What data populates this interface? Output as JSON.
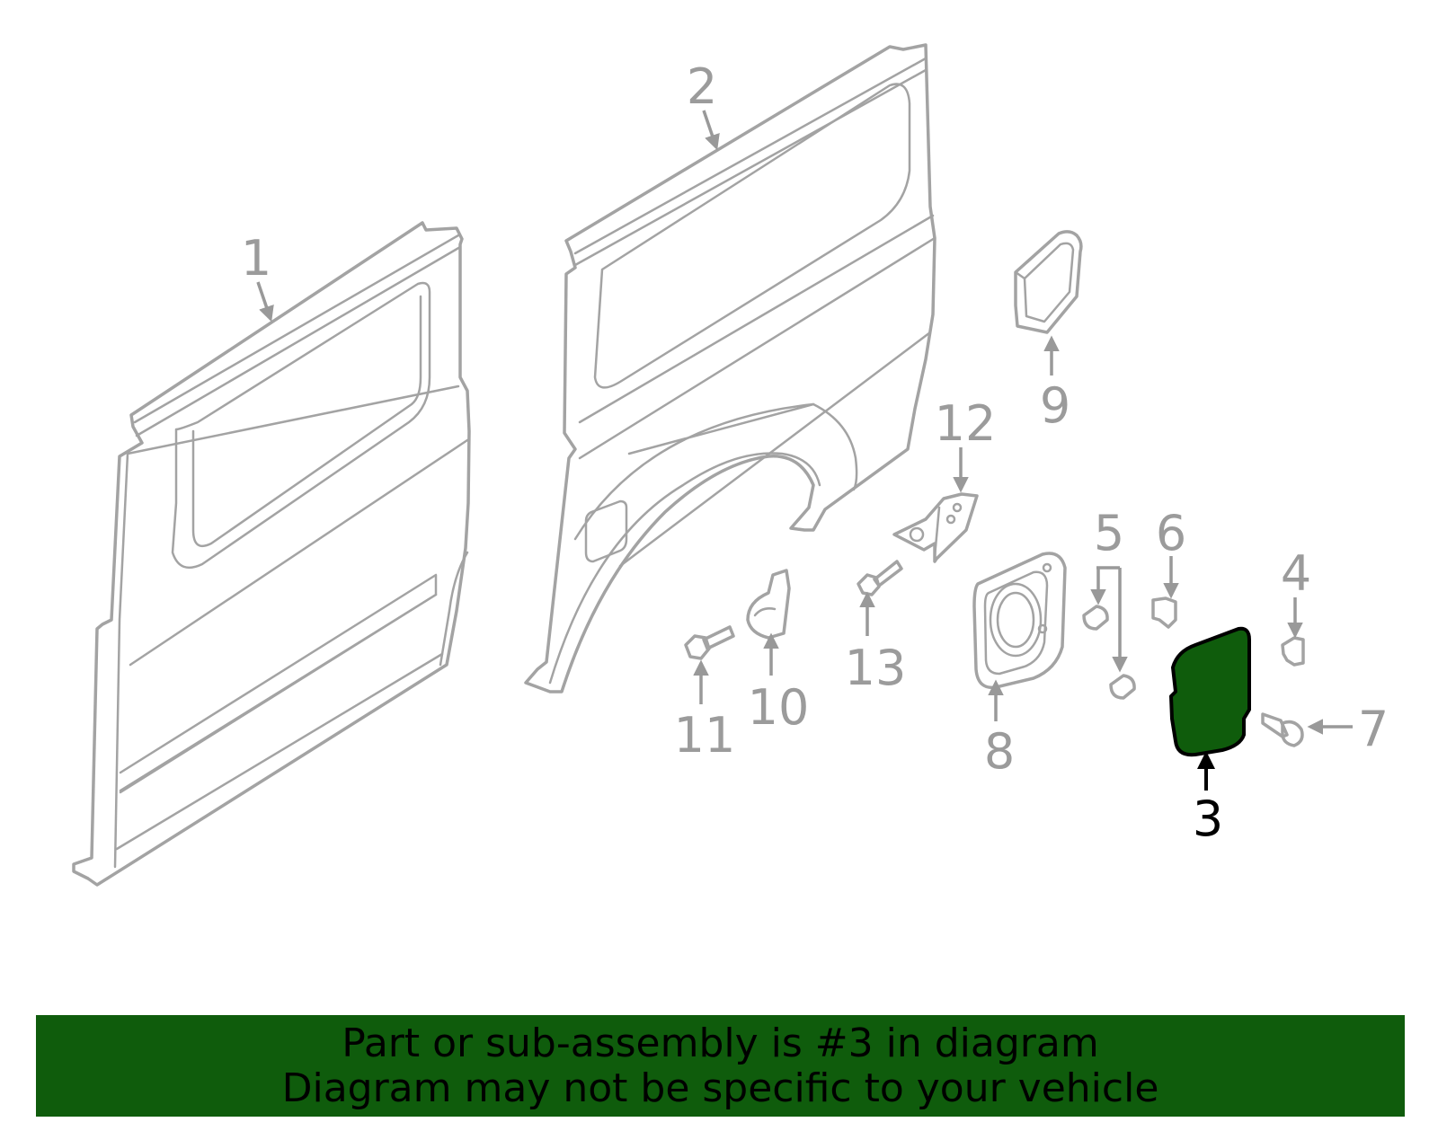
{
  "callouts": {
    "c1": "1",
    "c2": "2",
    "c3": "3",
    "c4": "4",
    "c5": "5",
    "c6": "6",
    "c7": "7",
    "c8": "8",
    "c9": "9",
    "c10": "10",
    "c11": "11",
    "c12": "12",
    "c13": "13"
  },
  "highlight_color": "#0f5c0c",
  "part_stroke_color": "#a3a3a3",
  "banner": {
    "line1": "Part or sub-assembly is #3 in diagram",
    "line2": "Diagram may not be specific to your vehicle"
  }
}
